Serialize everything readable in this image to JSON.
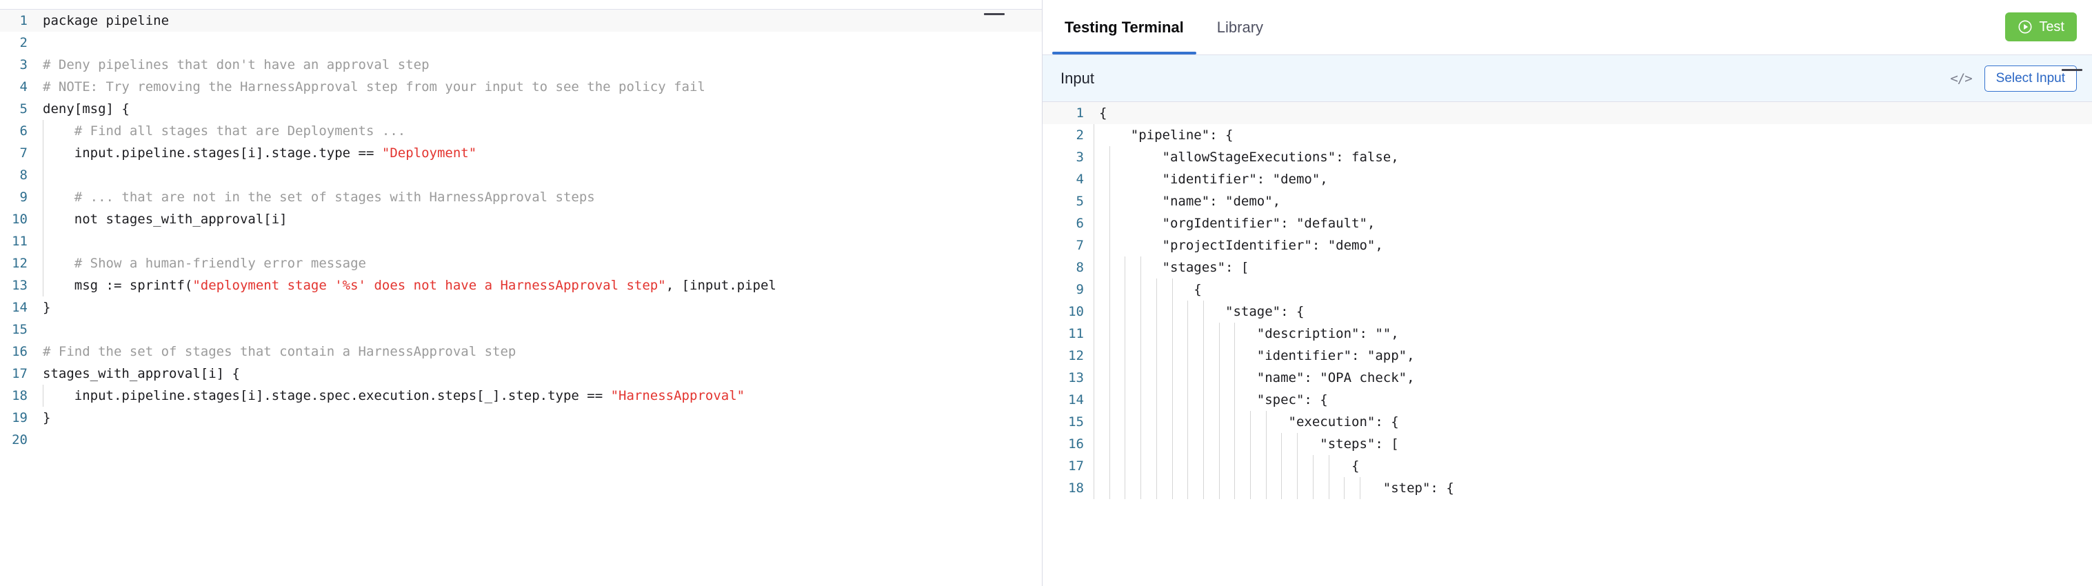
{
  "editor": {
    "language": "rego",
    "minimize_icon": "minimize-icon",
    "lines": [
      {
        "n": "1",
        "segments": [
          {
            "t": "package pipeline",
            "c": "plain"
          }
        ],
        "indent_guides": 0
      },
      {
        "n": "2",
        "segments": [
          {
            "t": "",
            "c": "plain"
          }
        ],
        "indent_guides": 0
      },
      {
        "n": "3",
        "segments": [
          {
            "t": "# Deny pipelines that don't have an approval step",
            "c": "cmt"
          }
        ],
        "indent_guides": 0
      },
      {
        "n": "4",
        "segments": [
          {
            "t": "# NOTE: Try removing the HarnessApproval step from your input to see the policy fail",
            "c": "cmt"
          }
        ],
        "indent_guides": 0
      },
      {
        "n": "5",
        "segments": [
          {
            "t": "deny[msg] {",
            "c": "plain"
          }
        ],
        "indent_guides": 0
      },
      {
        "n": "6",
        "segments": [
          {
            "t": "    # Find all stages that are Deployments ...",
            "c": "cmt"
          }
        ],
        "indent_guides": 1
      },
      {
        "n": "7",
        "segments": [
          {
            "t": "    input.pipeline.stages[i].stage.type == ",
            "c": "plain"
          },
          {
            "t": "\"Deployment\"",
            "c": "str"
          }
        ],
        "indent_guides": 1
      },
      {
        "n": "8",
        "segments": [
          {
            "t": "",
            "c": "plain"
          }
        ],
        "indent_guides": 1
      },
      {
        "n": "9",
        "segments": [
          {
            "t": "    # ... that are not in the set of stages with HarnessApproval steps",
            "c": "cmt"
          }
        ],
        "indent_guides": 1
      },
      {
        "n": "10",
        "segments": [
          {
            "t": "    not stages_with_approval[i]",
            "c": "plain"
          }
        ],
        "indent_guides": 1
      },
      {
        "n": "11",
        "segments": [
          {
            "t": "",
            "c": "plain"
          }
        ],
        "indent_guides": 1
      },
      {
        "n": "12",
        "segments": [
          {
            "t": "    # Show a human-friendly error message",
            "c": "cmt"
          }
        ],
        "indent_guides": 1
      },
      {
        "n": "13",
        "segments": [
          {
            "t": "    msg := sprintf(",
            "c": "plain"
          },
          {
            "t": "\"deployment stage '%s' does not have a HarnessApproval step\"",
            "c": "str"
          },
          {
            "t": ", [input.pipel",
            "c": "plain"
          }
        ],
        "indent_guides": 1
      },
      {
        "n": "14",
        "segments": [
          {
            "t": "}",
            "c": "plain"
          }
        ],
        "indent_guides": 0
      },
      {
        "n": "15",
        "segments": [
          {
            "t": "",
            "c": "plain"
          }
        ],
        "indent_guides": 0
      },
      {
        "n": "16",
        "segments": [
          {
            "t": "# Find the set of stages that contain a HarnessApproval step",
            "c": "cmt"
          }
        ],
        "indent_guides": 0
      },
      {
        "n": "17",
        "segments": [
          {
            "t": "stages_with_approval[i] {",
            "c": "plain"
          }
        ],
        "indent_guides": 0
      },
      {
        "n": "18",
        "segments": [
          {
            "t": "    input.pipeline.stages[i].stage.spec.execution.steps[_].step.type == ",
            "c": "plain"
          },
          {
            "t": "\"HarnessApproval\"",
            "c": "str"
          }
        ],
        "indent_guides": 1
      },
      {
        "n": "19",
        "segments": [
          {
            "t": "}",
            "c": "plain"
          }
        ],
        "indent_guides": 0
      },
      {
        "n": "20",
        "segments": [
          {
            "t": "",
            "c": "plain"
          }
        ],
        "indent_guides": 0
      }
    ]
  },
  "terminal": {
    "tabs": [
      {
        "label": "Testing Terminal",
        "active": true
      },
      {
        "label": "Library",
        "active": false
      }
    ],
    "test_button": {
      "label": "Test",
      "icon": "play-circle-icon",
      "color": "#6cc24a"
    },
    "minimize_icon": "minimize-icon",
    "input_section": {
      "label": "Input",
      "code_icon": "</>",
      "select_input_label": "Select Input"
    },
    "json_lines": [
      {
        "n": "1",
        "text": "{",
        "guides": 0
      },
      {
        "n": "2",
        "text": "    \"pipeline\": {",
        "guides": 1
      },
      {
        "n": "3",
        "text": "        \"allowStageExecutions\": false,",
        "guides": 2
      },
      {
        "n": "4",
        "text": "        \"identifier\": \"demo\",",
        "guides": 2
      },
      {
        "n": "5",
        "text": "        \"name\": \"demo\",",
        "guides": 2
      },
      {
        "n": "6",
        "text": "        \"orgIdentifier\": \"default\",",
        "guides": 2
      },
      {
        "n": "7",
        "text": "        \"projectIdentifier\": \"demo\",",
        "guides": 2
      },
      {
        "n": "8",
        "text": "        \"stages\": [",
        "guides": 4
      },
      {
        "n": "9",
        "text": "            {",
        "guides": 6
      },
      {
        "n": "10",
        "text": "                \"stage\": {",
        "guides": 8
      },
      {
        "n": "11",
        "text": "                    \"description\": \"\",",
        "guides": 10
      },
      {
        "n": "12",
        "text": "                    \"identifier\": \"app\",",
        "guides": 10
      },
      {
        "n": "13",
        "text": "                    \"name\": \"OPA check\",",
        "guides": 10
      },
      {
        "n": "14",
        "text": "                    \"spec\": {",
        "guides": 10
      },
      {
        "n": "15",
        "text": "                        \"execution\": {",
        "guides": 12
      },
      {
        "n": "16",
        "text": "                            \"steps\": [",
        "guides": 14
      },
      {
        "n": "17",
        "text": "                                {",
        "guides": 16
      },
      {
        "n": "18",
        "text": "                                    \"step\": {",
        "guides": 18
      }
    ]
  }
}
